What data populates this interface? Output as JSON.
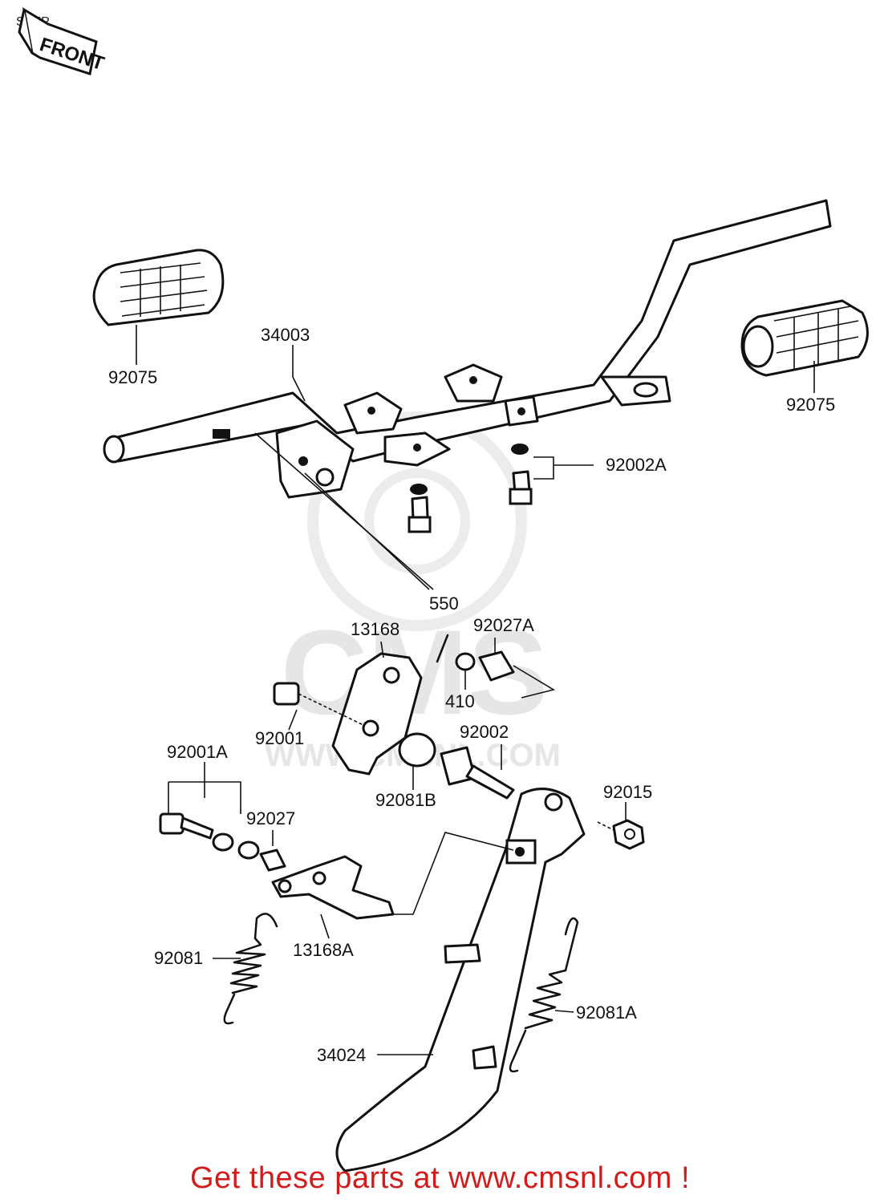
{
  "title": "STEP",
  "front_marker": "FRONT",
  "watermark": {
    "logo_letters": "CMS",
    "url_text": "WWW.CMSNL.COM"
  },
  "footer_text": "Get these parts at www.cmsnl.com !",
  "colors": {
    "footer": "#d41b1b",
    "line": "#111111",
    "watermark": "#e6e6e6"
  },
  "parts": [
    {
      "id": "p34003",
      "number": "34003"
    },
    {
      "id": "p92075a",
      "number": "92075"
    },
    {
      "id": "p92075b",
      "number": "92075"
    },
    {
      "id": "p92002A",
      "number": "92002A"
    },
    {
      "id": "p550",
      "number": "550"
    },
    {
      "id": "p13168",
      "number": "13168"
    },
    {
      "id": "p92027A",
      "number": "92027A"
    },
    {
      "id": "p410",
      "number": "410"
    },
    {
      "id": "p92001",
      "number": "92001"
    },
    {
      "id": "p92002",
      "number": "92002"
    },
    {
      "id": "p92001A",
      "number": "92001A"
    },
    {
      "id": "p92081B",
      "number": "92081B"
    },
    {
      "id": "p92015",
      "number": "92015"
    },
    {
      "id": "p92027",
      "number": "92027"
    },
    {
      "id": "p92081",
      "number": "92081"
    },
    {
      "id": "p13168A",
      "number": "13168A"
    },
    {
      "id": "p92081A",
      "number": "92081A"
    },
    {
      "id": "p34024",
      "number": "34024"
    }
  ]
}
